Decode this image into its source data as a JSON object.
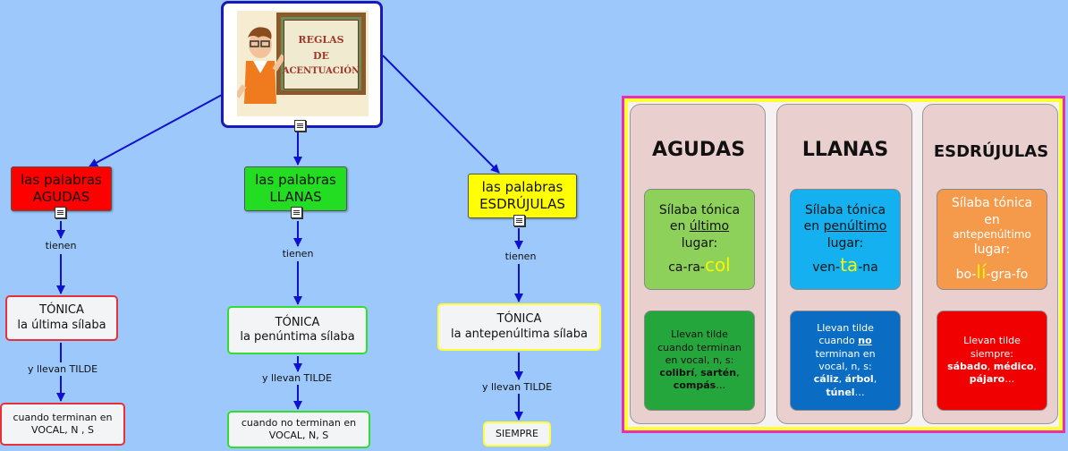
{
  "colors": {
    "background": "#9cc8fb",
    "agudas": "#ff0000",
    "llanas": "#22dd22",
    "esdrujulas": "#ffff00",
    "connector": "#1010d0"
  },
  "header_image": {
    "board_lines": [
      "REGLAS",
      "DE",
      "ACENTUACIÓN"
    ]
  },
  "map": {
    "agudas": {
      "title_lines": [
        "las palabras",
        "AGUDAS"
      ],
      "link1": "tienen",
      "rule_lines": [
        "TÓNICA",
        "la última sílaba"
      ],
      "link2": "y llevan TILDE",
      "cond_lines": [
        "cuando terminan en",
        "VOCAL, N , S"
      ]
    },
    "llanas": {
      "title_lines": [
        "las palabras",
        "LLANAS"
      ],
      "link1": "tienen",
      "rule_lines": [
        "TÓNICA",
        "la penúntima sílaba"
      ],
      "link2": "y llevan TILDE",
      "cond_lines": [
        "cuando no terminan en",
        "VOCAL, N, S"
      ]
    },
    "esdrujulas": {
      "title_lines": [
        "las palabras",
        "ESDRÚJULAS"
      ],
      "link1": "tienen",
      "rule_lines": [
        "TÓNICA",
        "la antepenúltima sílaba"
      ],
      "link2": "y llevan TILDE",
      "cond_lines": [
        "SIEMPRE"
      ]
    }
  },
  "summary": {
    "agudas": {
      "title": "AGUDAS",
      "tonica": {
        "l1": "Sílaba tónica",
        "l2a": "en ",
        "l2u": "último",
        "l3": "lugar:",
        "ex_a": "ca-ra-",
        "ex_hl": "col",
        "ex_b": ""
      },
      "tilde": {
        "l1": "Llevan tilde",
        "l2": "cuando terminan",
        "l3": "en vocal, n, s:",
        "ex1": "colibrí",
        "sep": ", ",
        "ex2": "sartén",
        "ex3": "compás",
        "ell": "…"
      }
    },
    "llanas": {
      "title": "LLANAS",
      "tonica": {
        "l1": "Sílaba tónica",
        "l2a": "en ",
        "l2u": "penúltimo",
        "l3": "lugar:",
        "ex_a": "ven-",
        "ex_hl": "ta",
        "ex_b": "-na"
      },
      "tilde": {
        "l1": "Llevan tilde",
        "l2a": "cuando ",
        "l2u": "no",
        "l3": "terminan en",
        "l4": "vocal, n, s:",
        "ex1": "cáliz",
        "ex2": "árbol",
        "ex3": "túnel",
        "sep": ", ",
        "ell": "…"
      }
    },
    "esdrujulas": {
      "title": "ESDRÚJULAS",
      "tonica": {
        "l1": "Sílaba tónica",
        "l2": "en",
        "l3": "antepenúltimo",
        "l4": "lugar:",
        "ex_a": "bo-",
        "ex_hl": "lí",
        "ex_b": "-gra-fo"
      },
      "tilde": {
        "l1": "Llevan tilde",
        "l2": "siempre:",
        "ex1": "sábado",
        "ex2": "médico",
        "ex3": "pájaro",
        "sep": ", ",
        "ell": "…"
      }
    }
  }
}
